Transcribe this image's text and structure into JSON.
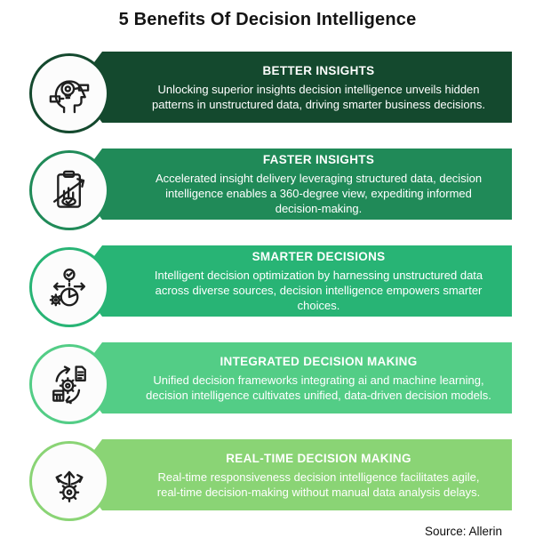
{
  "title": "5 Benefits Of Decision Intelligence",
  "source_label": "Source: Allerin",
  "colors": {
    "row1": "#14492e",
    "row2": "#208a58",
    "row3": "#28b475",
    "row4": "#53cd86",
    "row5": "#8ad475",
    "banner_text": "#ffffff",
    "title_text": "#141414",
    "circle_fill": "#fcfcfc"
  },
  "benefits": [
    {
      "title": "BETTER INSIGHTS",
      "description": "Unlocking superior insights decision intelligence unveils hidden patterns in unstructured data, driving smarter business decisions.",
      "color": "#14492e",
      "icon": "head-lightbulb-gear-icon"
    },
    {
      "title": "FASTER INSIGHTS",
      "description": "Accelerated insight delivery leveraging structured data, decision intelligence enables a 360-degree view, expediting informed decision-making.",
      "color": "#208a58",
      "icon": "clipboard-chart-icon"
    },
    {
      "title": "SMARTER DECISIONS",
      "description": "Intelligent decision optimization by harnessing unstructured data across diverse sources, decision intelligence empowers smarter choices.",
      "color": "#28b475",
      "icon": "pie-decision-arrows-icon"
    },
    {
      "title": "INTEGRATED DECISION MAKING",
      "description": "Unified decision frameworks integrating ai and machine learning, decision intelligence cultivates unified, data-driven decision models.",
      "color": "#53cd86",
      "icon": "gear-sync-document-icon"
    },
    {
      "title": "REAL-TIME DECISION MAKING",
      "description": "Real-time responsiveness decision intelligence facilitates agile, real-time decision-making without manual data analysis delays.",
      "color": "#8ad475",
      "icon": "branch-arrows-gear-icon"
    }
  ]
}
